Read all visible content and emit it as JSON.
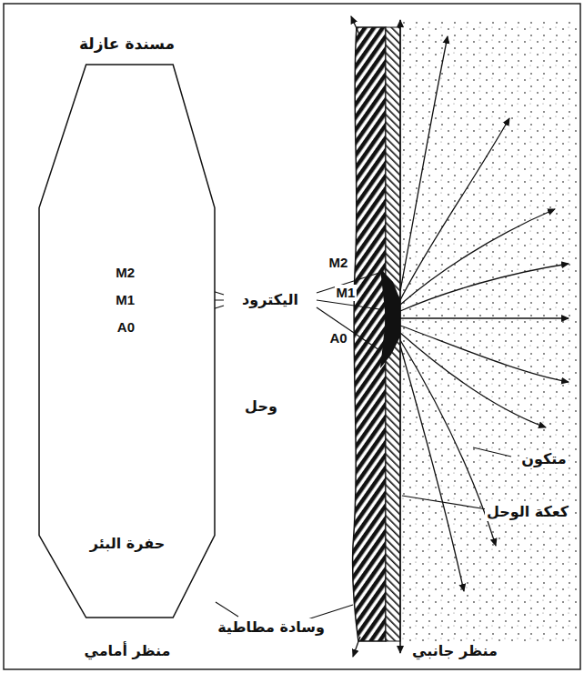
{
  "diagram": {
    "nodes": [
      {
        "text": [
          "مسندة عازلة"
        ]
      }
    ],
    "labels": [
      "M2",
      "M1",
      "A0",
      "اليكترود",
      "M2",
      "M1",
      "A0",
      "وحل",
      "متكون",
      "حفرة البئر",
      "كعكة الوحل",
      "وسادة مطاطية",
      "منظر أمامي",
      "منظر جانبي"
    ]
  }
}
